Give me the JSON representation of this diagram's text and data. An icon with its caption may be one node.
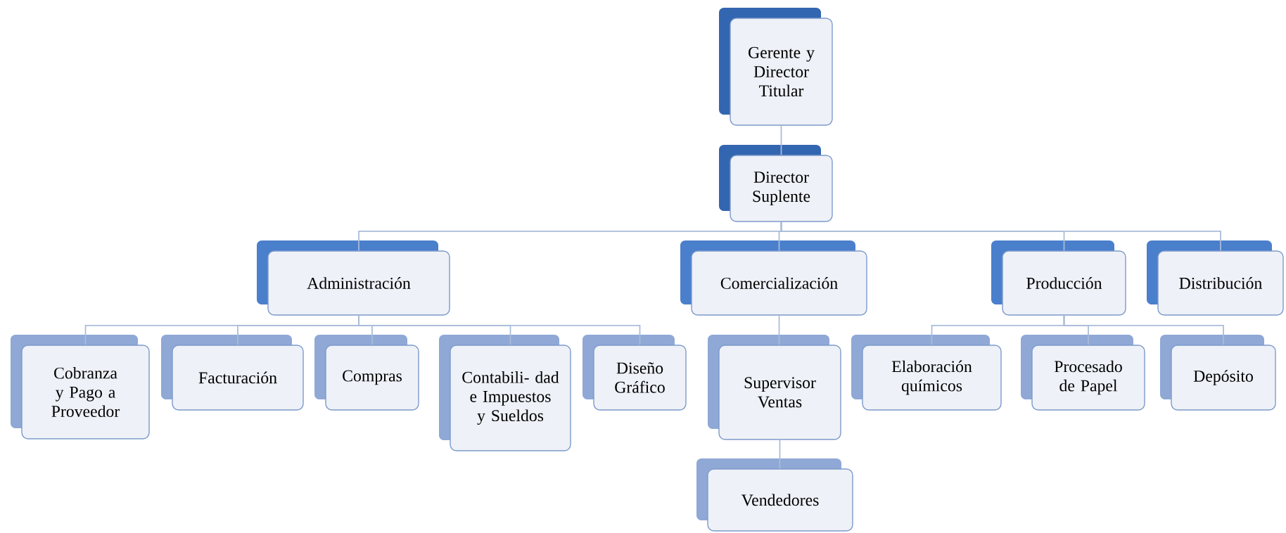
{
  "diagram": {
    "nodes": [
      {
        "text": [
          "Gerente y Director Titular"
        ]
      },
      {
        "text": [
          "Director Suplente"
        ]
      },
      {
        "text": [
          "Administración"
        ]
      },
      {
        "text": [
          "Comercialización"
        ]
      },
      {
        "text": [
          "Producción"
        ]
      },
      {
        "text": [
          "Distribución"
        ]
      },
      {
        "text": [
          "Cobranza y Pago a Proveedor"
        ]
      },
      {
        "text": [
          "Facturación"
        ]
      },
      {
        "text": [
          "Compras"
        ]
      },
      {
        "text": [
          "Contabili- dad e Impuestos y Sueldos"
        ]
      },
      {
        "text": [
          "Diseño Gráfico"
        ]
      },
      {
        "text": [
          "Supervisor Ventas"
        ]
      },
      {
        "text": [
          "Vendedores"
        ]
      },
      {
        "text": [
          "Elaboración químicos"
        ]
      },
      {
        "text": [
          "Procesado de Papel"
        ]
      },
      {
        "text": [
          "Depósito"
        ]
      }
    ],
    "edges": [
      {
        "from": 0,
        "to": 1,
        "arrow": "none"
      },
      {
        "from": 1,
        "to": 2,
        "arrow": "none"
      },
      {
        "from": 1,
        "to": 3,
        "arrow": "none"
      },
      {
        "from": 1,
        "to": 4,
        "arrow": "none"
      },
      {
        "from": 1,
        "to": 5,
        "arrow": "none"
      },
      {
        "from": 2,
        "to": 6,
        "arrow": "none"
      },
      {
        "from": 2,
        "to": 7,
        "arrow": "none"
      },
      {
        "from": 2,
        "to": 8,
        "arrow": "none"
      },
      {
        "from": 2,
        "to": 9,
        "arrow": "none"
      },
      {
        "from": 2,
        "to": 10,
        "arrow": "none"
      },
      {
        "from": 3,
        "to": 11,
        "arrow": "none"
      },
      {
        "from": 11,
        "to": 12,
        "arrow": "none"
      },
      {
        "from": 4,
        "to": 13,
        "arrow": "none"
      },
      {
        "from": 4,
        "to": 14,
        "arrow": "none"
      },
      {
        "from": 4,
        "to": 15,
        "arrow": "none"
      }
    ]
  }
}
